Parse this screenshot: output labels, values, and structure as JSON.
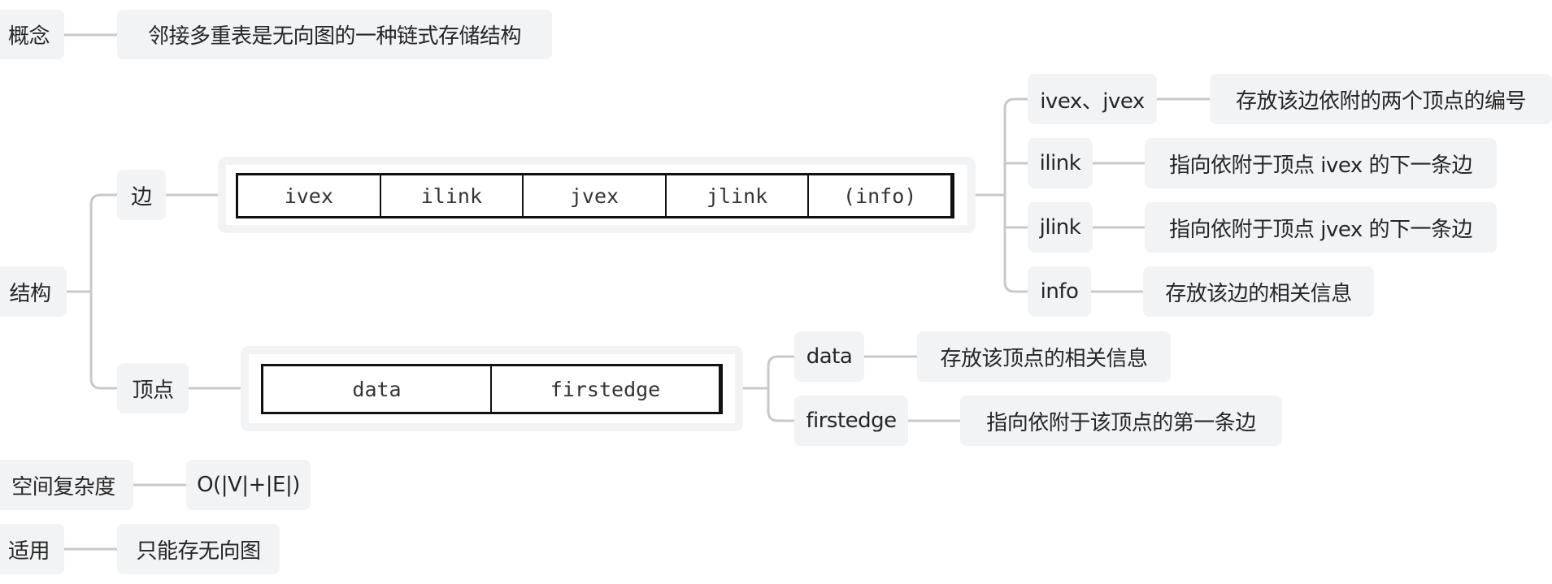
{
  "concept": {
    "label": "概念",
    "desc": "邻接多重表是无向图的一种链式存储结构"
  },
  "structure": {
    "label": "结构",
    "edge": {
      "label": "边",
      "fields": [
        "ivex",
        "ilink",
        "jvex",
        "jlink",
        "(info)"
      ],
      "children": [
        {
          "label": "ivex、jvex",
          "desc": "存放该边依附的两个顶点的编号"
        },
        {
          "label": "ilink",
          "desc": "指向依附于顶点 ivex 的下一条边"
        },
        {
          "label": "jlink",
          "desc": "指向依附于顶点 jvex 的下一条边"
        },
        {
          "label": "info",
          "desc": "存放该边的相关信息"
        }
      ]
    },
    "vertex": {
      "label": "顶点",
      "fields": [
        "data",
        "firstedge"
      ],
      "children": [
        {
          "label": "data",
          "desc": "存放该顶点的相关信息"
        },
        {
          "label": "firstedge",
          "desc": "指向依附于该顶点的第一条边"
        }
      ]
    }
  },
  "space": {
    "label": "空间复杂度",
    "value": "O(|V|+|E|)"
  },
  "usage": {
    "label": "适用",
    "value": "只能存无向图"
  },
  "colors": {
    "node_bg": "#f2f3f5",
    "line": "#c9c9c9"
  }
}
